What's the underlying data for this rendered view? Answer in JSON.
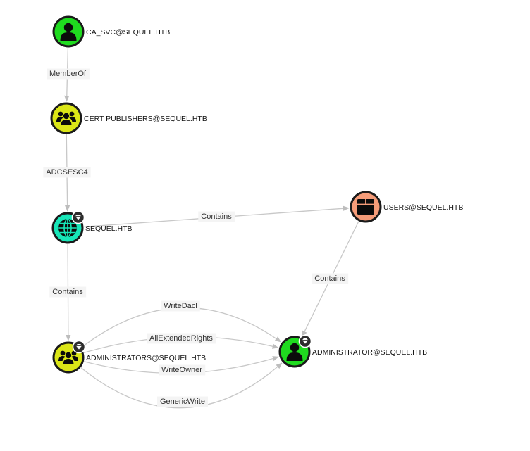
{
  "graph": {
    "nodes": [
      {
        "id": "ca_svc",
        "label": "CA_SVC@SEQUEL.HTB",
        "kind": "user",
        "color": "#1fdb1f",
        "tier_zero": false
      },
      {
        "id": "cert_pub",
        "label": "CERT PUBLISHERS@SEQUEL.HTB",
        "kind": "group",
        "color": "#dbe617",
        "tier_zero": false
      },
      {
        "id": "sequel",
        "label": "SEQUEL.HTB",
        "kind": "domain",
        "color": "#17e6b8",
        "tier_zero": true
      },
      {
        "id": "users",
        "label": "USERS@SEQUEL.HTB",
        "kind": "container",
        "color": "#f59c79",
        "tier_zero": false
      },
      {
        "id": "admins",
        "label": "ADMINISTRATORS@SEQUEL.HTB",
        "kind": "group",
        "color": "#dbe617",
        "tier_zero": true
      },
      {
        "id": "administrator",
        "label": "ADMINISTRATOR@SEQUEL.HTB",
        "kind": "user",
        "color": "#1fdb1f",
        "tier_zero": true
      }
    ],
    "edges": [
      {
        "id": "e1",
        "label": "MemberOf",
        "source": "ca_svc",
        "target": "cert_pub"
      },
      {
        "id": "e2",
        "label": "ADCSESC4",
        "source": "cert_pub",
        "target": "sequel"
      },
      {
        "id": "e3",
        "label": "Contains",
        "source": "sequel",
        "target": "users"
      },
      {
        "id": "e4",
        "label": "Contains",
        "source": "sequel",
        "target": "admins"
      },
      {
        "id": "e5",
        "label": "Contains",
        "source": "users",
        "target": "administrator"
      },
      {
        "id": "e6",
        "label": "WriteDacl",
        "source": "admins",
        "target": "administrator"
      },
      {
        "id": "e7",
        "label": "AllExtendedRights",
        "source": "admins",
        "target": "administrator"
      },
      {
        "id": "e8",
        "label": "WriteOwner",
        "source": "admins",
        "target": "administrator"
      },
      {
        "id": "e9",
        "label": "GenericWrite",
        "source": "admins",
        "target": "administrator"
      }
    ]
  }
}
